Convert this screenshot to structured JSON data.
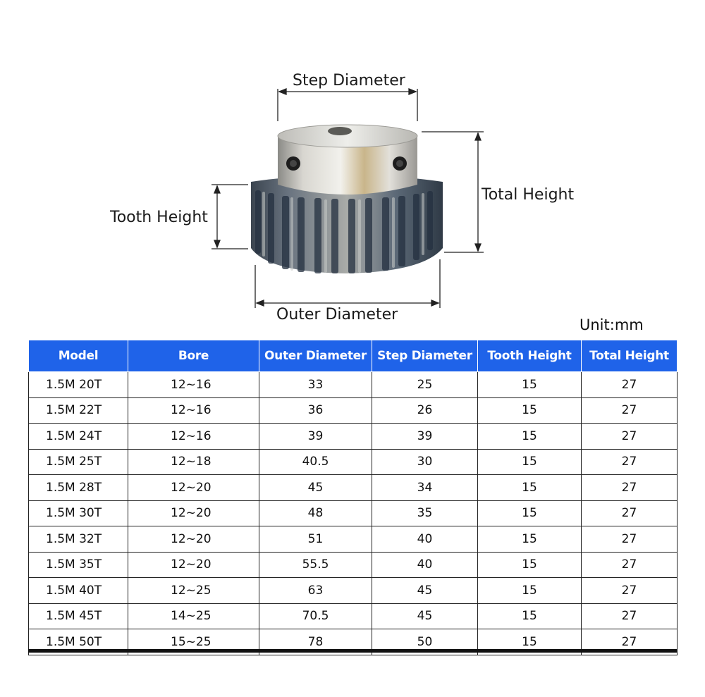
{
  "figure": {
    "labels": {
      "step_diameter": "Step Diameter",
      "total_height": "Total Height",
      "tooth_height": "Tooth Height",
      "outer_diameter": "Outer Diameter"
    }
  },
  "unit": "Unit:mm",
  "table": {
    "headers": [
      "Model",
      "Bore",
      "Outer Diameter",
      "Step Diameter",
      "Tooth Height",
      "Total Height"
    ],
    "rows": [
      [
        "1.5M 20T",
        "12~16",
        "33",
        "25",
        "15",
        "27"
      ],
      [
        "1.5M 22T",
        "12~16",
        "36",
        "26",
        "15",
        "27"
      ],
      [
        "1.5M 24T",
        "12~16",
        "39",
        "39",
        "15",
        "27"
      ],
      [
        "1.5M 25T",
        "12~18",
        "40.5",
        "30",
        "15",
        "27"
      ],
      [
        "1.5M 28T",
        "12~20",
        "45",
        "34",
        "15",
        "27"
      ],
      [
        "1.5M 30T",
        "12~20",
        "48",
        "35",
        "15",
        "27"
      ],
      [
        "1.5M 32T",
        "12~20",
        "51",
        "40",
        "15",
        "27"
      ],
      [
        "1.5M 35T",
        "12~20",
        "55.5",
        "40",
        "15",
        "27"
      ],
      [
        "1.5M 40T",
        "12~25",
        "63",
        "45",
        "15",
        "27"
      ],
      [
        "1.5M 45T",
        "14~25",
        "70.5",
        "45",
        "15",
        "27"
      ],
      [
        "1.5M 50T",
        "15~25",
        "78",
        "50",
        "15",
        "27"
      ]
    ]
  }
}
